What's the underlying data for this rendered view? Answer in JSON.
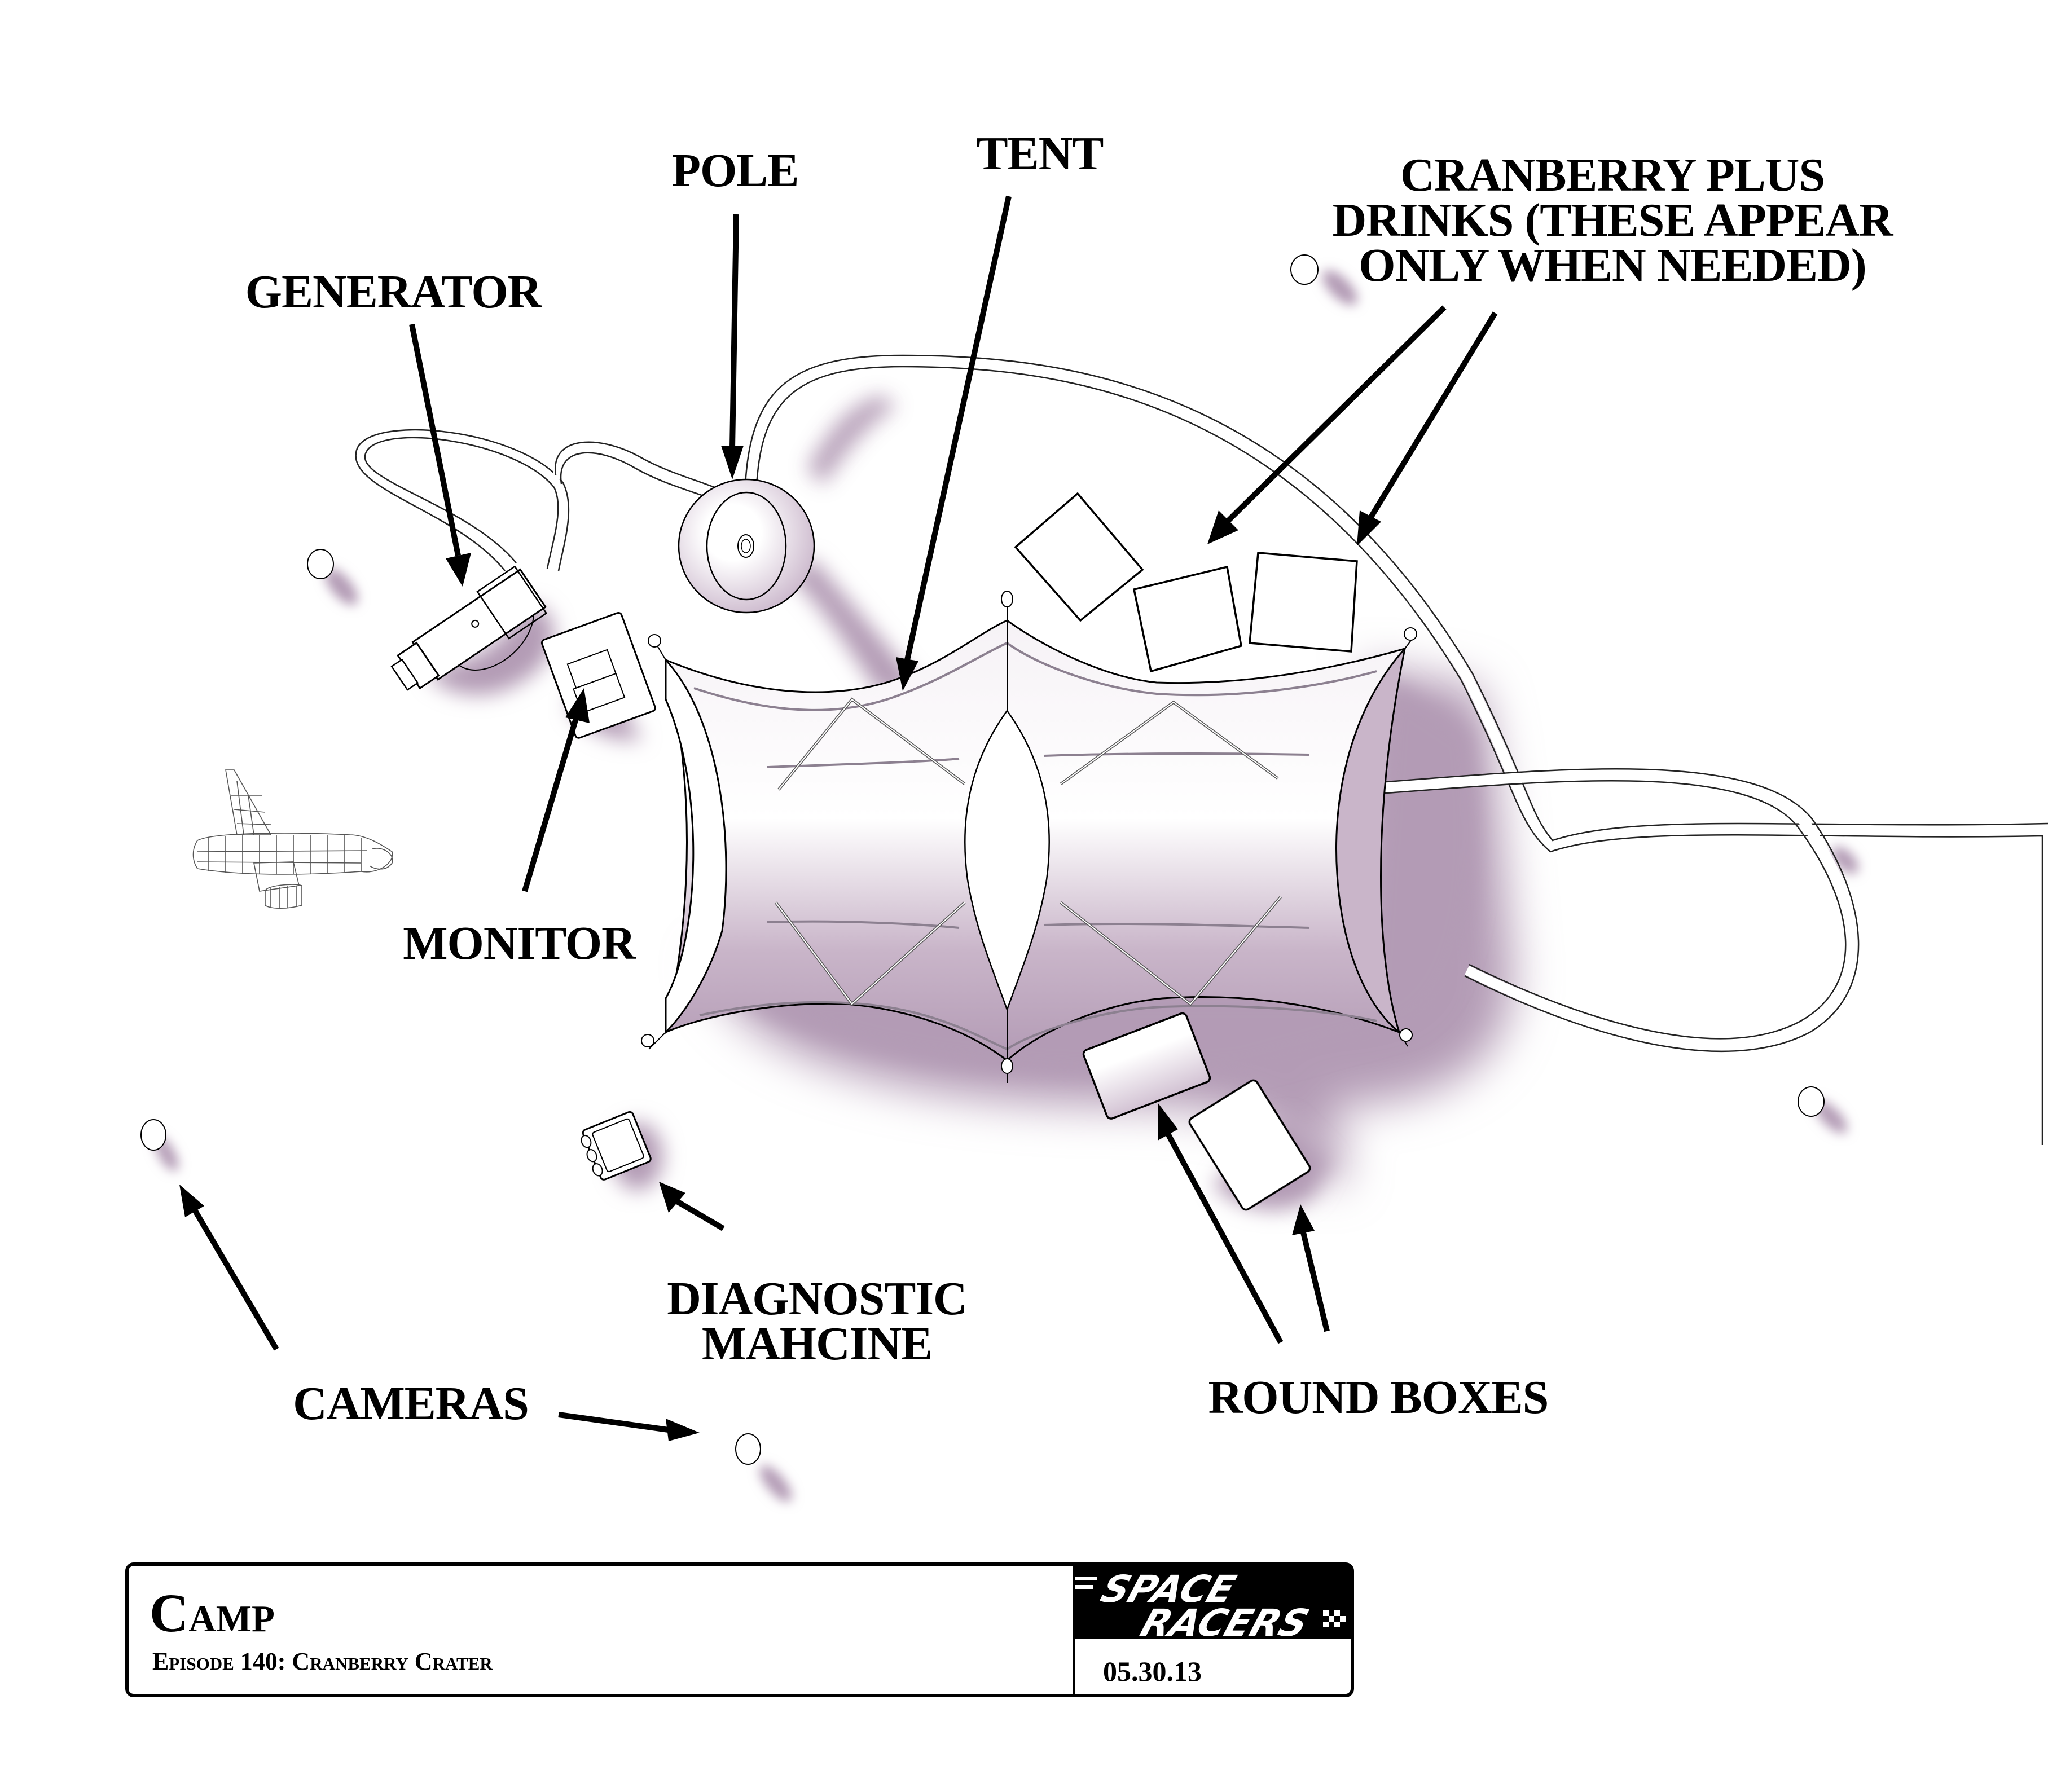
{
  "diagram": {
    "title": "Camp",
    "subtitle": "Episode 140: Cranberry Crater",
    "date": "05.30.13",
    "logo": {
      "line1": "SPACE",
      "line2": "RACERS",
      "icon": "checkered-flag-icon"
    },
    "colors": {
      "shadow": "#B39BB5",
      "ink": "#000000",
      "paper": "#FFFFFF",
      "tent_tint": "#E9DFEA"
    },
    "labels": {
      "generator": "GENERATOR",
      "pole": "POLE",
      "tent": "TENT",
      "cranberry_line1": "CRANBERRY PLUS",
      "cranberry_line2": "DRINKS (THESE APPEAR",
      "cranberry_line3": "ONLY WHEN NEEDED)",
      "monitor": "MONITOR",
      "diagnostic_line1": "DIAGNOSTIC",
      "diagnostic_line2": "MAHCINE",
      "cameras": "CAMERAS",
      "round_boxes": "ROUND BOXES"
    },
    "objects": [
      {
        "name": "generator",
        "icon": "generator-icon"
      },
      {
        "name": "pole",
        "icon": "pole-base-icon"
      },
      {
        "name": "tent",
        "icon": "tent-icon"
      },
      {
        "name": "monitor",
        "icon": "monitor-icon"
      },
      {
        "name": "diagnostic-machine",
        "icon": "diagnostic-machine-icon"
      },
      {
        "name": "spaceship",
        "icon": "spaceship-wireframe-icon"
      },
      {
        "name": "cranberry-plus-drinks",
        "count": 3
      },
      {
        "name": "round-boxes",
        "count": 2
      },
      {
        "name": "cameras",
        "count": 6
      }
    ]
  }
}
